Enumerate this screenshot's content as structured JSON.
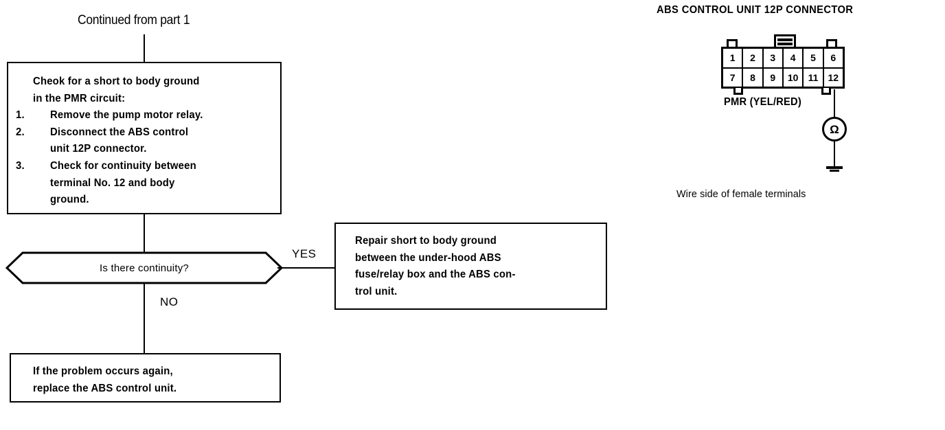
{
  "flow": {
    "entry_label": "Continued from part 1",
    "check_box": {
      "heading_line1": "Cheok for a short to body ground",
      "heading_line2": "in the PMR circuit:",
      "steps": [
        {
          "num": "1.",
          "line1": "Remove the pump motor relay.",
          "line2": ""
        },
        {
          "num": "2.",
          "line1": "Disconnect the ABS control",
          "line2": "unit 12P connector."
        },
        {
          "num": "3.",
          "line1": "Check for continuity between",
          "line2": "terminal No. 12 and body",
          "line3": "ground."
        }
      ]
    },
    "decision": {
      "question": "Is there continuity?",
      "yes_label": "YES",
      "no_label": "NO"
    },
    "repair_box": {
      "line1": "Repair short to body ground",
      "line2": "between the under-hood ABS",
      "line3": "fuse/relay box and the ABS con-",
      "line4": "trol unit."
    },
    "final_box": {
      "line1": "If the problem occurs again,",
      "line2": "replace the ABS control unit."
    }
  },
  "connector": {
    "title": "ABS CONTROL UNIT 12P CONNECTOR",
    "terminals_top": [
      "1",
      "2",
      "3",
      "4",
      "5",
      "6"
    ],
    "terminals_bottom": [
      "7",
      "8",
      "9",
      "10",
      "11",
      "12"
    ],
    "wire_label": "PMR (YEL/RED)",
    "meter_symbol": "Ω",
    "caption": "Wire side of female terminals"
  },
  "colors": {
    "ink": "#000000",
    "paper": "#ffffff"
  }
}
